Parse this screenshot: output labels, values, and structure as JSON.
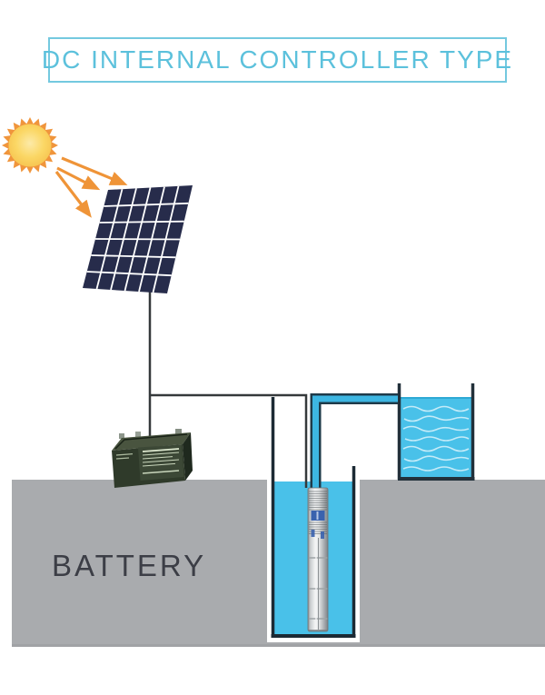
{
  "title": {
    "label": "DC INTERNAL CONTROLLER TYPE"
  },
  "ground_label": "BATTERY",
  "colors": {
    "accent_blue_text": "#5CC1DC",
    "accent_blue_border": "#74C9DF",
    "water_cyan": "#49C1E9",
    "pipe_cyan": "#3DB6E2",
    "pipe_outline": "#1E3A49",
    "sun_spike_orange": "#F0953C",
    "sun_disc_yellow": "#FBD765",
    "arrow_orange": "#EF9438",
    "panel_navy": "#272C4B",
    "panel_grid": "#FFFFFF",
    "wire_dark": "#35393B",
    "ground_gray": "#A9ABAE",
    "well_wall_dark": "#1C2A34",
    "battery_body_green": "#2F3A2A",
    "ground_label_text": "#3C3E46"
  },
  "components": {
    "sun": "sun-icon",
    "sun_rays": "sun-rays-arrows",
    "solar_panel": "solar-panel",
    "wires": "dc-wire",
    "battery": "battery-unit",
    "well": "borehole-well",
    "pump": "submersible-pump",
    "pipe": "water-pipe",
    "tank": "storage-tank",
    "ground": "ground"
  }
}
